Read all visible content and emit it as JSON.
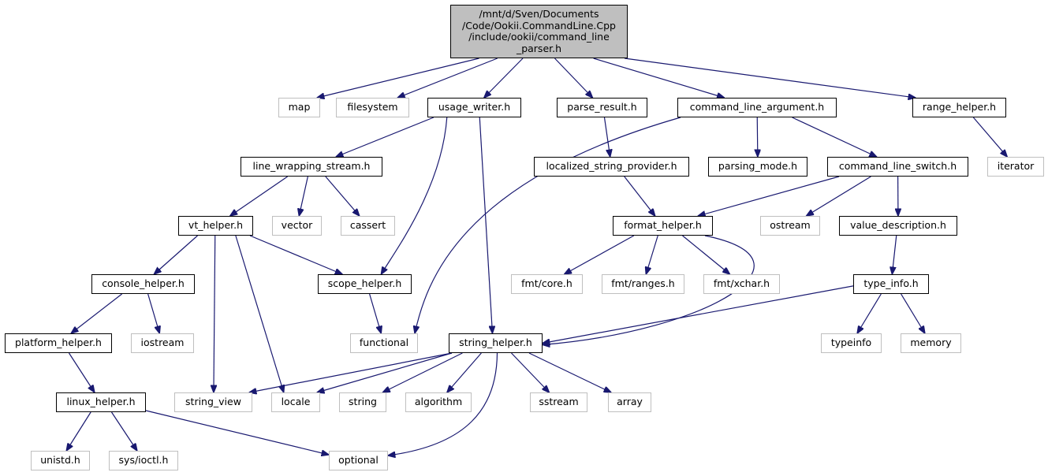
{
  "root": {
    "lines": [
      "/mnt/d/Sven/Documents",
      "/Code/Ookii.CommandLine.Cpp",
      "/include/ookii/command_line",
      "_parser.h"
    ]
  },
  "nodes": {
    "map": "map",
    "filesystem": "filesystem",
    "usage_writer": "usage_writer.h",
    "parse_result": "parse_result.h",
    "command_line_argument": "command_line_argument.h",
    "range_helper": "range_helper.h",
    "iterator": "iterator",
    "line_wrapping_stream": "line_wrapping_stream.h",
    "localized_string_provider": "localized_string_provider.h",
    "parsing_mode": "parsing_mode.h",
    "command_line_switch": "command_line_switch.h",
    "vt_helper": "vt_helper.h",
    "vector": "vector",
    "cassert": "cassert",
    "format_helper": "format_helper.h",
    "ostream": "ostream",
    "value_description": "value_description.h",
    "console_helper": "console_helper.h",
    "scope_helper": "scope_helper.h",
    "fmt_core": "fmt/core.h",
    "fmt_ranges": "fmt/ranges.h",
    "fmt_xchar": "fmt/xchar.h",
    "type_info": "type_info.h",
    "platform_helper": "platform_helper.h",
    "iostream": "iostream",
    "functional": "functional",
    "string_helper": "string_helper.h",
    "typeinfo": "typeinfo",
    "memory": "memory",
    "linux_helper": "linux_helper.h",
    "string_view": "string_view",
    "locale": "locale",
    "string": "string",
    "algorithm": "algorithm",
    "sstream": "sstream",
    "array": "array",
    "unistd": "unistd.h",
    "sys_ioctl": "sys/ioctl.h",
    "optional": "optional"
  },
  "edges": [
    [
      "root",
      "map"
    ],
    [
      "root",
      "filesystem"
    ],
    [
      "root",
      "usage_writer"
    ],
    [
      "root",
      "parse_result"
    ],
    [
      "root",
      "command_line_argument"
    ],
    [
      "root",
      "range_helper"
    ],
    [
      "range_helper",
      "iterator"
    ],
    [
      "usage_writer",
      "line_wrapping_stream"
    ],
    [
      "usage_writer",
      "scope_helper"
    ],
    [
      "usage_writer",
      "string_helper"
    ],
    [
      "parse_result",
      "localized_string_provider"
    ],
    [
      "command_line_argument",
      "parsing_mode"
    ],
    [
      "command_line_argument",
      "command_line_switch"
    ],
    [
      "command_line_argument",
      "functional"
    ],
    [
      "line_wrapping_stream",
      "vt_helper"
    ],
    [
      "line_wrapping_stream",
      "vector"
    ],
    [
      "line_wrapping_stream",
      "cassert"
    ],
    [
      "localized_string_provider",
      "format_helper"
    ],
    [
      "command_line_switch",
      "format_helper"
    ],
    [
      "command_line_switch",
      "ostream"
    ],
    [
      "command_line_switch",
      "value_description"
    ],
    [
      "vt_helper",
      "console_helper"
    ],
    [
      "vt_helper",
      "scope_helper"
    ],
    [
      "vt_helper",
      "string_view"
    ],
    [
      "vt_helper",
      "locale"
    ],
    [
      "format_helper",
      "fmt_core"
    ],
    [
      "format_helper",
      "fmt_ranges"
    ],
    [
      "format_helper",
      "fmt_xchar"
    ],
    [
      "format_helper",
      "string_helper"
    ],
    [
      "value_description",
      "type_info"
    ],
    [
      "console_helper",
      "platform_helper"
    ],
    [
      "console_helper",
      "iostream"
    ],
    [
      "scope_helper",
      "functional"
    ],
    [
      "type_info",
      "string_helper"
    ],
    [
      "type_info",
      "typeinfo"
    ],
    [
      "type_info",
      "memory"
    ],
    [
      "platform_helper",
      "linux_helper"
    ],
    [
      "string_helper",
      "string_view"
    ],
    [
      "string_helper",
      "locale"
    ],
    [
      "string_helper",
      "string"
    ],
    [
      "string_helper",
      "algorithm"
    ],
    [
      "string_helper",
      "sstream"
    ],
    [
      "string_helper",
      "array"
    ],
    [
      "string_helper",
      "optional"
    ],
    [
      "linux_helper",
      "unistd"
    ],
    [
      "linux_helper",
      "sys_ioctl"
    ],
    [
      "linux_helper",
      "optional"
    ]
  ]
}
